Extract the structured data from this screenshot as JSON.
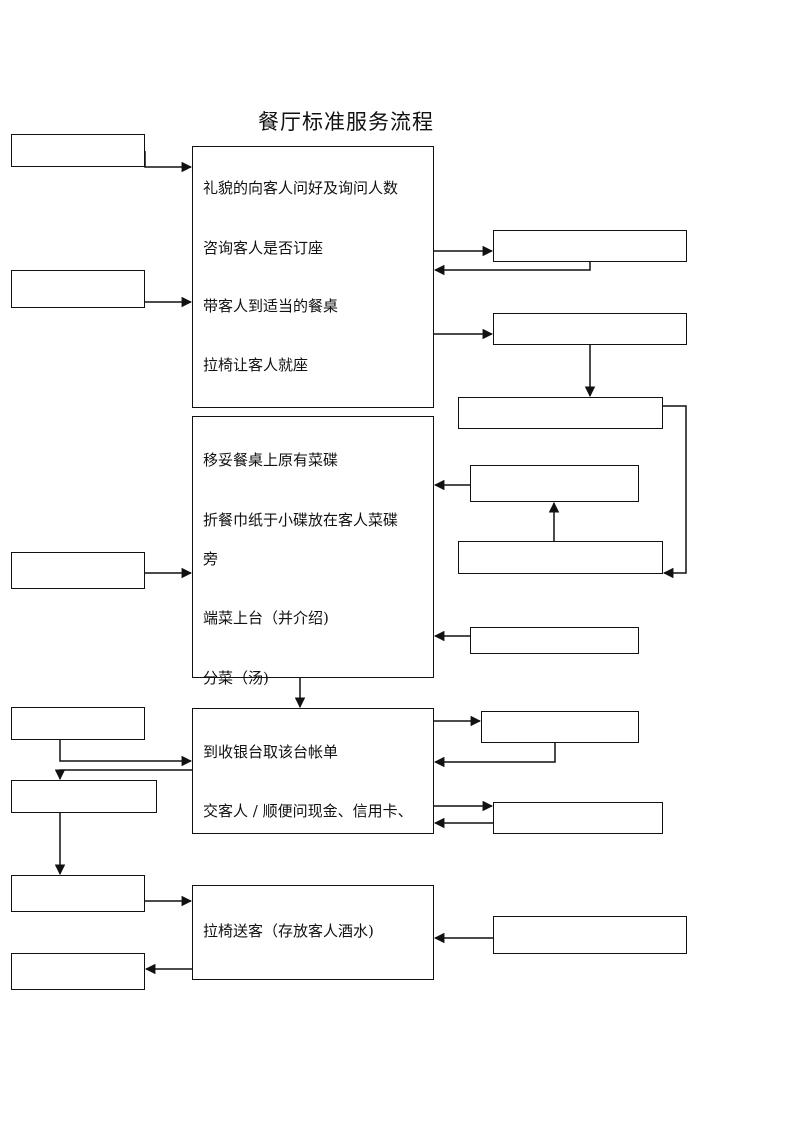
{
  "title": "餐厅标准服务流程",
  "blocks": {
    "block1": {
      "steps": [
        "礼貌的向客人问好及询问人数",
        "咨询客人是否订座",
        "带客人到适当的餐桌",
        "拉椅让客人就座"
      ]
    },
    "block2": {
      "steps": [
        "移妥餐桌上原有菜碟",
        "折餐巾纸于小碟放在客人菜碟",
        "旁",
        "端菜上台（并介绍)",
        "分菜（汤)"
      ]
    },
    "block3": {
      "steps": [
        "到收银台取该台帐单",
        "交客人 / 顺便问现金、信用卡、"
      ]
    },
    "block4": {
      "steps": [
        "拉椅送客（存放客人酒水)"
      ]
    }
  },
  "side_boxes": {
    "left": [
      "",
      "",
      "",
      "",
      "",
      "",
      ""
    ],
    "right": [
      "",
      "",
      "",
      "",
      "",
      "",
      "",
      "",
      ""
    ]
  }
}
